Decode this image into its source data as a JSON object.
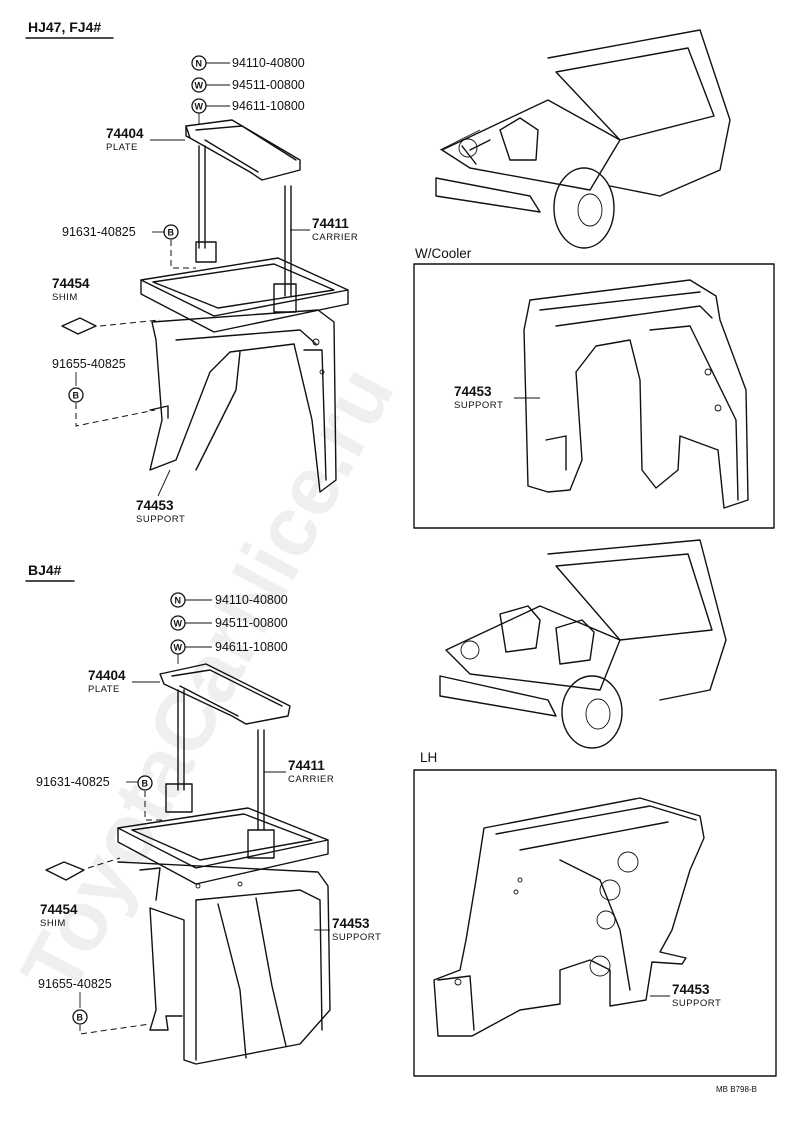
{
  "watermark": "ToyotaCarNice.ru",
  "top_section": {
    "title": "HJ47, FJ4#",
    "nut": {
      "symbol": "N",
      "part": "94110-40800"
    },
    "washer1": {
      "symbol": "W",
      "part": "94511-00800"
    },
    "washer2": {
      "symbol": "W",
      "part": "94611-10800"
    },
    "plate": {
      "part": "74404",
      "name": "PLATE"
    },
    "bolt": {
      "part": "91631-40825",
      "symbol": "B"
    },
    "carrier": {
      "part": "74411",
      "name": "CARRIER"
    },
    "shim": {
      "part": "74454",
      "name": "SHIM"
    },
    "bolt2": {
      "part": "91655-40825",
      "symbol": "B"
    },
    "support": {
      "part": "74453",
      "name": "SUPPORT"
    }
  },
  "cooler_box": {
    "title": "W/Cooler",
    "support": {
      "part": "74453",
      "name": "SUPPORT"
    }
  },
  "bottom_section": {
    "title": "BJ4#",
    "nut": {
      "symbol": "N",
      "part": "94110-40800"
    },
    "washer1": {
      "symbol": "W",
      "part": "94511-00800"
    },
    "washer2": {
      "symbol": "W",
      "part": "94611-10800"
    },
    "plate": {
      "part": "74404",
      "name": "PLATE"
    },
    "bolt": {
      "part": "91631-40825",
      "symbol": "B"
    },
    "carrier": {
      "part": "74411",
      "name": "CARRIER"
    },
    "shim": {
      "part": "74454",
      "name": "SHIM"
    },
    "bolt2": {
      "part": "91655-40825",
      "symbol": "B"
    },
    "support": {
      "part": "74453",
      "name": "SUPPORT"
    }
  },
  "lh_box": {
    "title": "LH",
    "support": {
      "part": "74453",
      "name": "SUPPORT"
    }
  },
  "figure_code": "MB  B798-B"
}
